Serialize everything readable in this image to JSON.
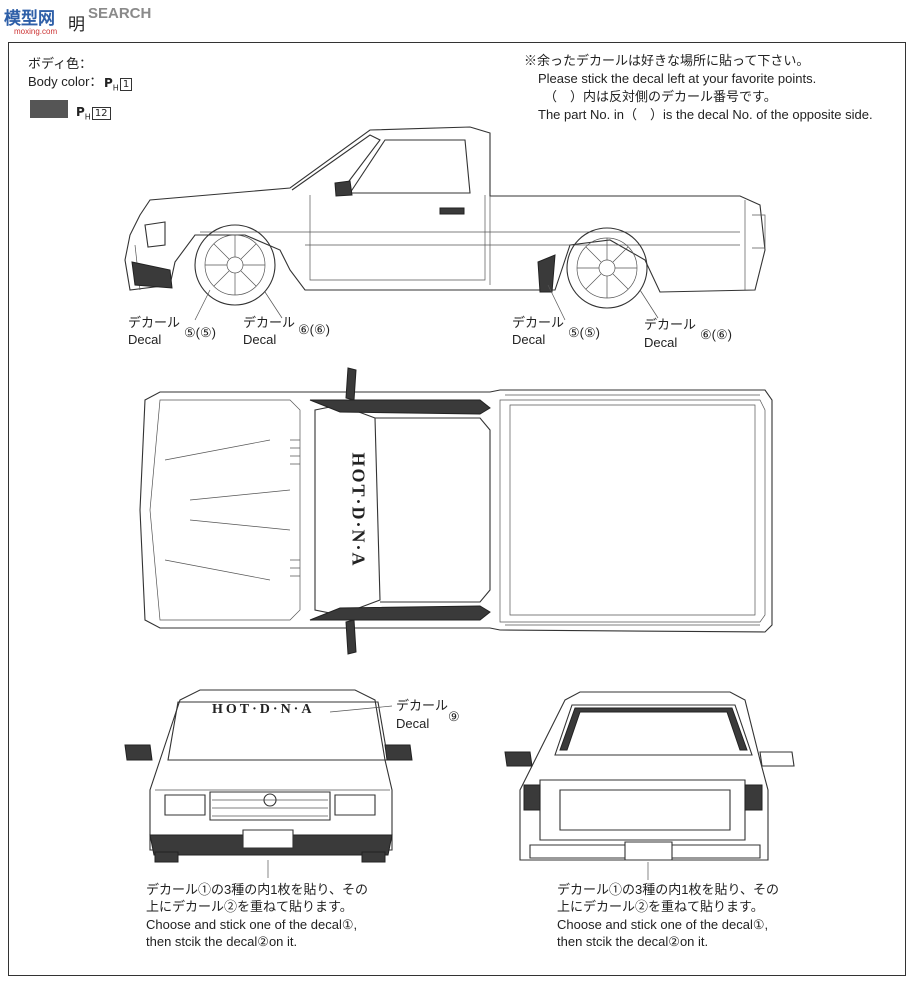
{
  "watermark": {
    "logo_text": "模型网",
    "search_text": "SEARCH",
    "url_text": "moxing.com"
  },
  "header": {
    "section_title": "明"
  },
  "body_color": {
    "label_jp": "ボディ色：",
    "label_en": "Body color：",
    "paint_code_1": "P",
    "paint_sub_1": "H",
    "paint_num_1": "1",
    "paint_code_2": "P",
    "paint_sub_2": "H",
    "paint_num_2": "12",
    "swatch_color": "#555555"
  },
  "note": {
    "line1": "※余ったデカールは好きな場所に貼って下さい。",
    "line2": "Please stick the decal left at your favorite points.",
    "line3": "（　）内は反対側のデカール番号です。",
    "line4": "The part No. in（　）is the decal No. of the opposite side."
  },
  "side_view_labels": [
    {
      "jp": "デカール",
      "en": "Decal",
      "num": "⑤(⑤)"
    },
    {
      "jp": "デカール",
      "en": "Decal",
      "num": "⑥(⑥)"
    },
    {
      "jp": "デカール",
      "en": "Decal",
      "num": "⑤(⑤)"
    },
    {
      "jp": "デカール",
      "en": "Decal",
      "num": "⑥(⑥)"
    }
  ],
  "windshield": {
    "jp": "デカール",
    "en": "Decal",
    "num": "⑨",
    "banner_text": "HOT·D·N·A"
  },
  "roof_banner_text": "HOT·D·N·A",
  "front_instruction": {
    "line1": "デカール①の3種の内1枚を貼り、その",
    "line2": "上にデカール②を重ねて貼ります。",
    "line3": "Choose and stick one of the decal①,",
    "line4": "then stcik the decal②on it."
  },
  "rear_instruction": {
    "line1": "デカール①の3種の内1枚を貼り、その",
    "line2": "上にデカール②を重ねて貼ります。",
    "line3": "Choose and stick one of the decal①,",
    "line4": "then stcik the decal②on it."
  }
}
